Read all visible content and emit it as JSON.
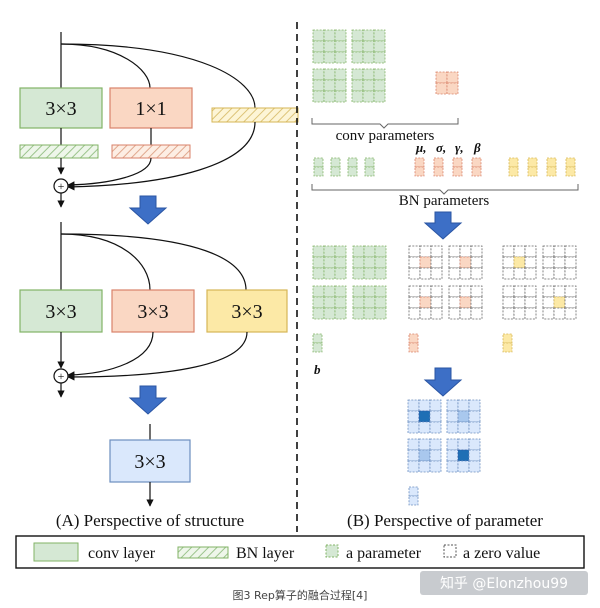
{
  "left": {
    "row1": {
      "conv3x3": "3×3",
      "conv1x1": "1×1"
    },
    "row2": {
      "conv3x3_a": "3×3",
      "conv3x3_b": "3×3",
      "conv3x3_c": "3×3"
    },
    "final": "3×3",
    "plus": "+",
    "caption": "(A) Perspective of structure"
  },
  "right": {
    "conv_params_label": "conv parameters",
    "bn_symbols": [
      "μ,",
      "σ,",
      "γ,",
      "β"
    ],
    "bn_params_label": "BN parameters",
    "b_label": "b",
    "caption": "(B) Perspective of parameter"
  },
  "legend": {
    "conv": "conv layer",
    "bn": "BN layer",
    "param": "a parameter",
    "zero": "a zero value"
  },
  "footer": "图3 Rep算子的融合过程[4]",
  "watermark": "知乎 @Elonzhou99",
  "colors": {
    "green": "#d5e8d4",
    "green_stroke": "#82b366",
    "orange": "#fad7c3",
    "orange_stroke": "#d9826a",
    "yellow": "#fce9a6",
    "yellow_stroke": "#d6b656",
    "blue": "#dae8fc",
    "blue_stroke": "#6c8ebf",
    "arrow": "#3d6fc6"
  }
}
